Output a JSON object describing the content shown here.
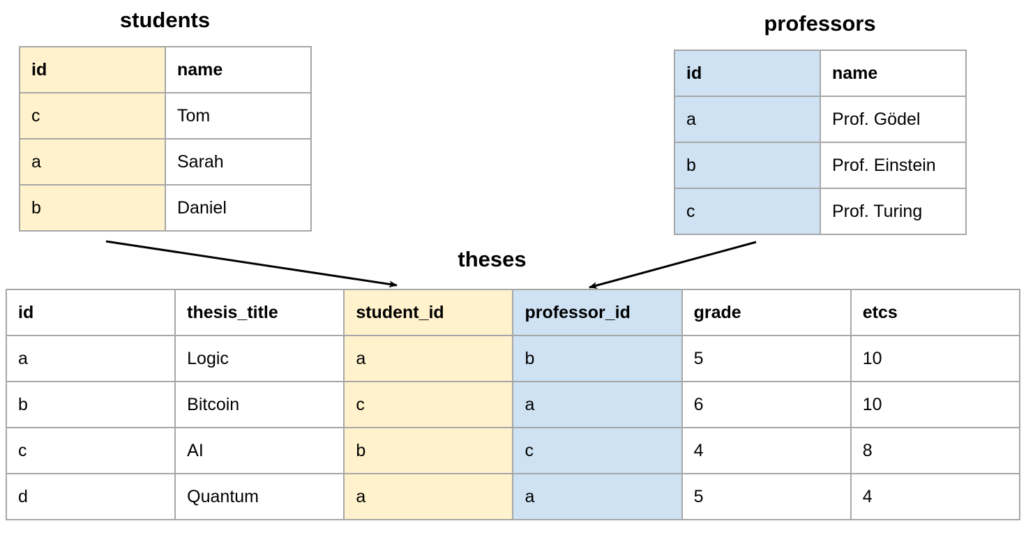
{
  "colors": {
    "student_key": "#fff2cc",
    "professor_key": "#cfe2f3",
    "border": "#a6a6a6",
    "arrow": "#000000"
  },
  "students": {
    "title": "students",
    "headers": [
      "id",
      "name"
    ],
    "rows": [
      [
        "c",
        "Tom"
      ],
      [
        "a",
        "Sarah"
      ],
      [
        "b",
        "Daniel"
      ]
    ]
  },
  "professors": {
    "title": "professors",
    "headers": [
      "id",
      "name"
    ],
    "rows": [
      [
        "a",
        "Prof. Gödel"
      ],
      [
        "b",
        "Prof. Einstein"
      ],
      [
        "c",
        "Prof. Turing"
      ]
    ]
  },
  "theses": {
    "title": "theses",
    "headers": [
      "id",
      "thesis_title",
      "student_id",
      "professor_id",
      "grade",
      "etcs"
    ],
    "rows": [
      [
        "a",
        "Logic",
        "a",
        "b",
        "5",
        "10"
      ],
      [
        "b",
        "Bitcoin",
        "c",
        "a",
        "6",
        "10"
      ],
      [
        "c",
        "AI",
        "b",
        "c",
        "4",
        "8"
      ],
      [
        "d",
        "Quantum",
        "a",
        "a",
        "5",
        "4"
      ]
    ]
  }
}
